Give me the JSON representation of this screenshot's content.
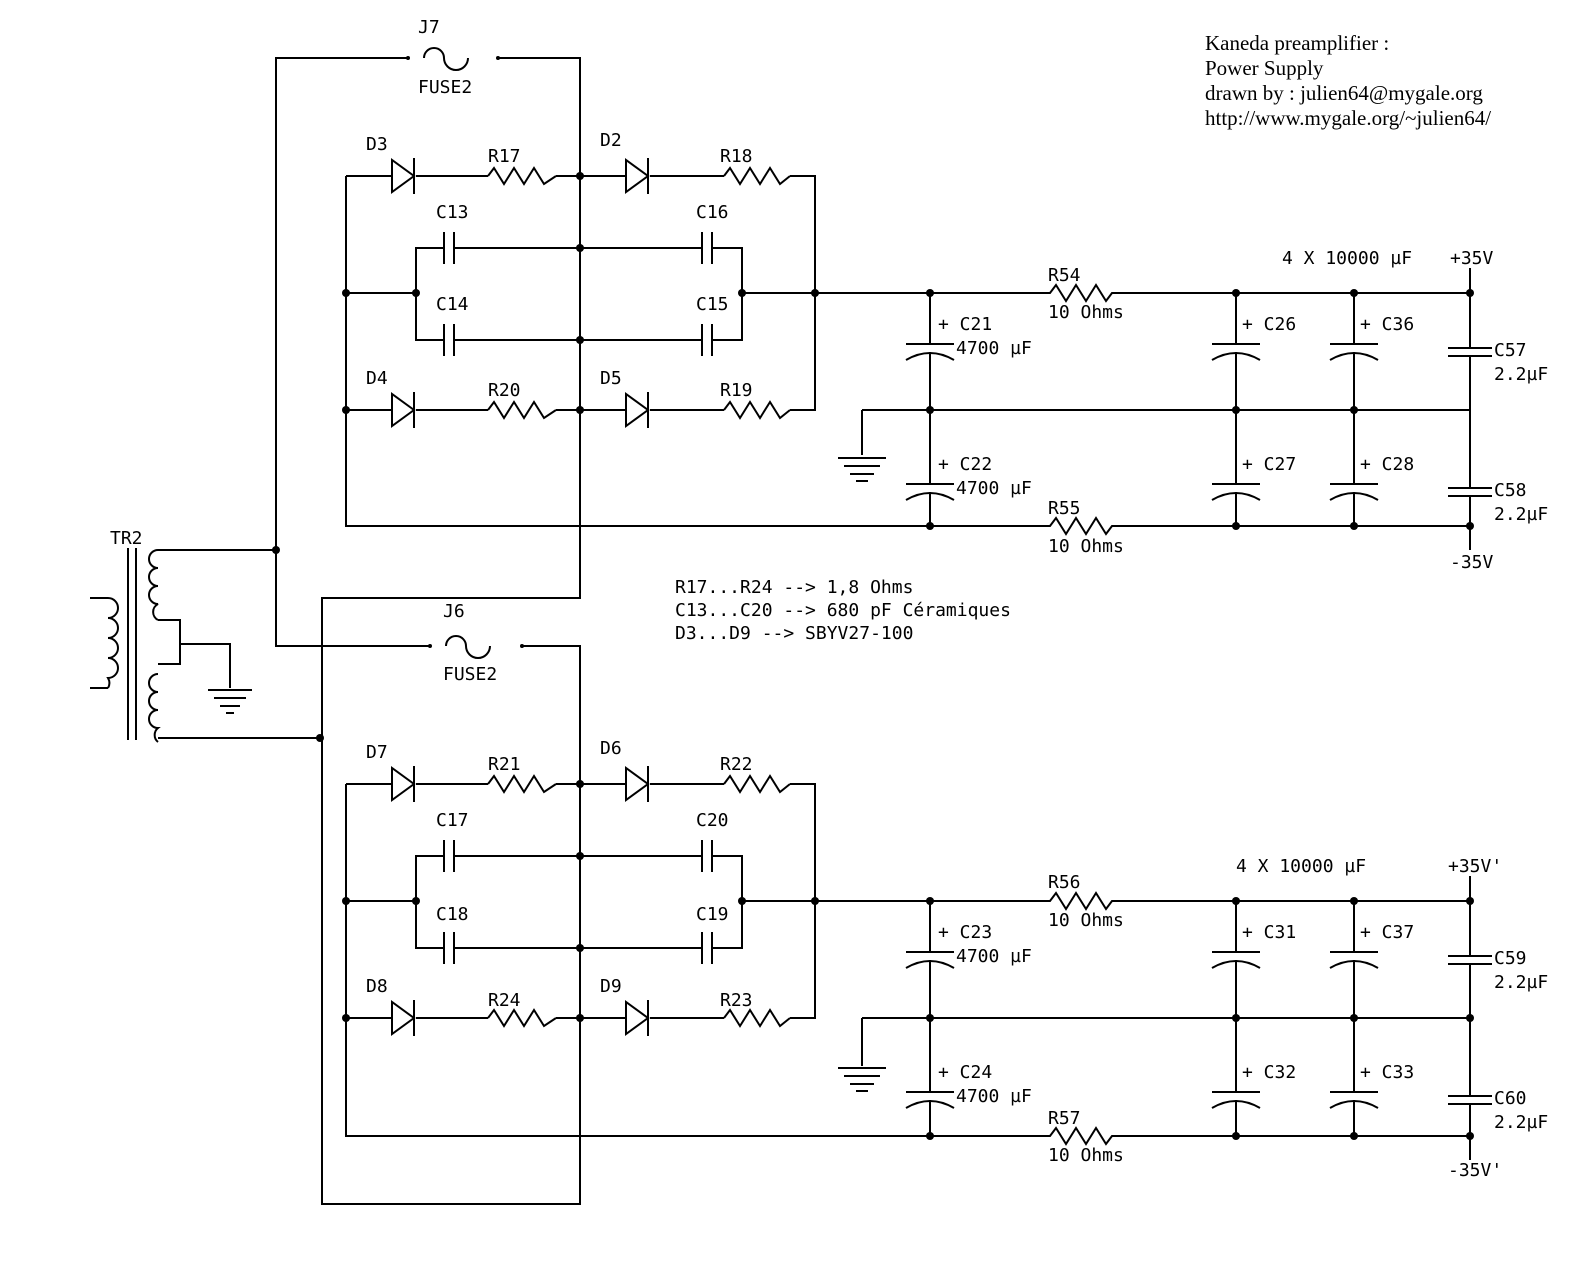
{
  "title_block": {
    "line1": "Kaneda preamplifier :",
    "line2": "Power Supply",
    "line3": "drawn by : julien64@mygale.org",
    "line4": "http://www.mygale.org/~julien64/"
  },
  "notes": {
    "line1": "R17...R24 --> 1,8 Ohms",
    "line2": "C13...C20 --> 680 pF Céramiques",
    "line3": "D3...D9 --> SBYV27-100"
  },
  "transformer": {
    "ref": "TR2"
  },
  "fuses": {
    "top": {
      "ref": "J7",
      "value": "FUSE2"
    },
    "bottom": {
      "ref": "J6",
      "value": "FUSE2"
    }
  },
  "top_supply": {
    "diodes": {
      "d_ul": "D3",
      "d_ur": "D2",
      "d_ll": "D4",
      "d_lr": "D5"
    },
    "resistors": {
      "r_ul": "R17",
      "r_ur": "R18",
      "r_ll": "R20",
      "r_lr": "R19"
    },
    "snubber_caps": {
      "c_ul": "C13",
      "c_ur": "C16",
      "c_ll": "C14",
      "c_lr": "C15"
    },
    "filter": {
      "r_pos": "R54",
      "r_pos_value": "10 Ohms",
      "r_neg": "R55",
      "r_neg_value": "10 Ohms",
      "c_main_pos": "+ C21",
      "c_main_pos_value": "4700 µF",
      "c_main_neg": "+ C22",
      "c_main_neg_value": "4700 µF",
      "c_a_pos": "+ C26",
      "c_b_pos": "+ C36",
      "c_a_neg": "+ C27",
      "c_b_neg": "+ C28",
      "bank_label": "4 X 10000 µF",
      "film_pos": "C57",
      "film_pos_value": "2.2µF",
      "film_neg": "C58",
      "film_neg_value": "2.2µF",
      "rail_pos": "+35V",
      "rail_neg": "-35V"
    }
  },
  "bottom_supply": {
    "diodes": {
      "d_ul": "D7",
      "d_ur": "D6",
      "d_ll": "D8",
      "d_lr": "D9"
    },
    "resistors": {
      "r_ul": "R21",
      "r_ur": "R22",
      "r_ll": "R24",
      "r_lr": "R23"
    },
    "snubber_caps": {
      "c_ul": "C17",
      "c_ur": "C20",
      "c_ll": "C18",
      "c_lr": "C19"
    },
    "filter": {
      "r_pos": "R56",
      "r_pos_value": "10 Ohms",
      "r_neg": "R57",
      "r_neg_value": "10 Ohms",
      "c_main_pos": "+ C23",
      "c_main_pos_value": "4700 µF",
      "c_main_neg": "+ C24",
      "c_main_neg_value": "4700 µF",
      "c_a_pos": "+ C31",
      "c_b_pos": "+ C37",
      "c_a_neg": "+ C32",
      "c_b_neg": "+ C33",
      "bank_label": "4 X 10000 µF",
      "film_pos": "C59",
      "film_pos_value": "2.2µF",
      "film_neg": "C60",
      "film_neg_value": "2.2µF",
      "rail_pos": "+35V'",
      "rail_neg": "-35V'"
    }
  }
}
